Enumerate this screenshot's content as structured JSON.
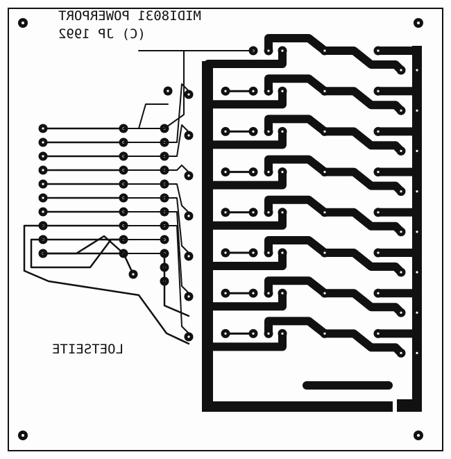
{
  "board": {
    "title_line1": "MIDI8031 POWERPORT",
    "title_line2": "(C) JP 1992",
    "side_label": "LOETSEITE",
    "channels": 8,
    "connector_rows": 10,
    "ink_color": "#111111",
    "board_color": "#fdfdfd"
  }
}
